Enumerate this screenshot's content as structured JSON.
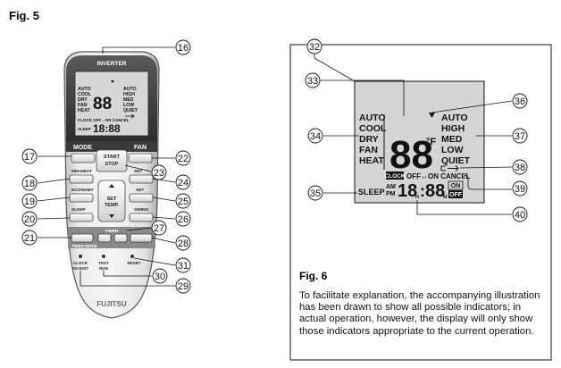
{
  "fig5": {
    "title": "Fig. 5",
    "brand_top": "INVERTER",
    "brand_bottom": "FUJITSU",
    "lcd_modes": [
      "AUTO",
      "COOL",
      "DRY",
      "FAN",
      "HEAT"
    ],
    "lcd_fans": [
      "AUTO",
      "HIGH",
      "MED",
      "LOW",
      "QUIET"
    ],
    "lcd_digits": "88",
    "lcd_time": "18:88",
    "lcd_clock_row": "CLOCK OFF↔ON CANCEL",
    "lcd_sleep": "SLEEP",
    "buttons": {
      "mode": "MODE",
      "fan": "FAN",
      "start_stop": [
        "START",
        "STOP"
      ],
      "min_heat": "MIN.HEAT",
      "economy": "ECONOMY",
      "sleep": "SLEEP",
      "set_temp": [
        "SET",
        "TEMP."
      ],
      "set_vertical": "SET",
      "set_horizontal": "SET",
      "swing": "SWING",
      "timer": "TIMER",
      "timer_mode": "TIMER MODE",
      "clock_adjust": [
        "CLOCK",
        "ADJUST"
      ],
      "test_run": [
        "TEST",
        "RUN"
      ],
      "reset": "RESET"
    },
    "callouts": [
      "16",
      "17",
      "18",
      "19",
      "20",
      "21",
      "22",
      "23",
      "24",
      "25",
      "26",
      "27",
      "28",
      "29",
      "30",
      "31"
    ]
  },
  "fig6": {
    "title": "Fig. 6",
    "modes": [
      "AUTO",
      "COOL",
      "DRY",
      "FAN",
      "HEAT"
    ],
    "fans": [
      "AUTO",
      "HIGH",
      "MED",
      "LOW",
      "QUIET"
    ],
    "digits": "88",
    "unit": "°F",
    "clock_tag": "CLOCK",
    "off_on_cancel": "OFF↔ON CANCEL",
    "am": "AM",
    "pm": "PM",
    "time_h": "18",
    "time_m": "88",
    "h_label": "H",
    "m_label": "M",
    "on": "ON",
    "off": "OFF",
    "sleep": "SLEEP",
    "callouts": [
      "32",
      "33",
      "34",
      "35",
      "36",
      "37",
      "38",
      "39",
      "40"
    ],
    "caption": "To facilitate explanation, the accompanying illustration has been drawn to show all possible indicators; in actual operation, however, the display will only show those indicators appropriate to the current operation."
  }
}
